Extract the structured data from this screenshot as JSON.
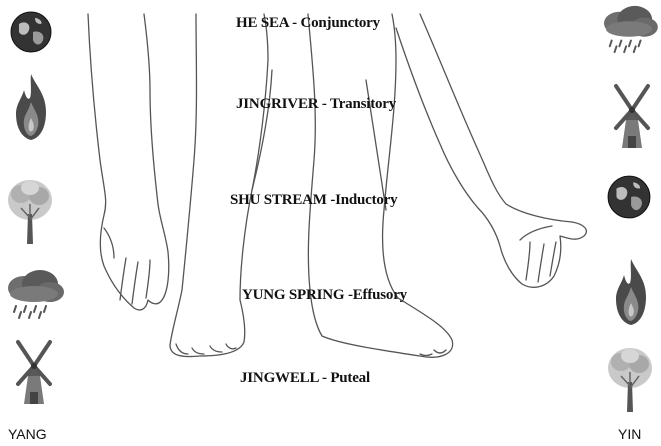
{
  "diagram": {
    "points": [
      {
        "name": "HE SEA",
        "role": "Conjunctory",
        "text": "HE SEA - Conjunctory"
      },
      {
        "name": "JINGRIVER",
        "role": "Transitory",
        "text": "JINGRIVER - Transitory"
      },
      {
        "name": "SHU STREAM",
        "role": "Inductory",
        "text": "SHU STREAM -Inductory"
      },
      {
        "name": "YUNG SPRING",
        "role": "Effusory",
        "text": "YUNG SPRING -Effusory"
      },
      {
        "name": "JINGWELL",
        "role": "Puteal",
        "text": "JINGWELL - Puteal"
      }
    ],
    "yang": {
      "label": "YANG",
      "elements": [
        "globe-icon",
        "fire-icon",
        "tree-icon",
        "rain-cloud-icon",
        "windmill-icon"
      ]
    },
    "yin": {
      "label": "YIN",
      "elements": [
        "rain-cloud-icon",
        "windmill-icon",
        "globe-icon",
        "fire-icon",
        "tree-icon"
      ]
    },
    "colors": {
      "line": "#555555",
      "icon_dark": "#333333",
      "icon_mid": "#7a7a7a",
      "icon_light": "#bdbdbd",
      "text": "#111111"
    }
  }
}
